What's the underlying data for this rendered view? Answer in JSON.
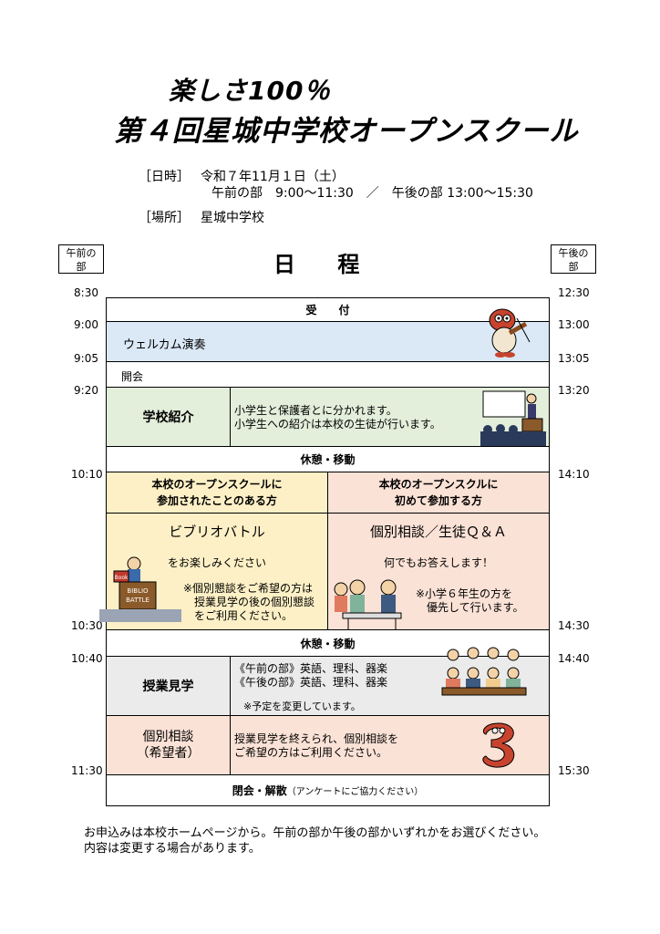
{
  "header": {
    "title_line1": "楽しさ100％",
    "title_line2": "第４回星城中学校オープンスクール"
  },
  "info": {
    "date_label": "［日時］",
    "date_value": "令和７年11月１日（土）",
    "date_times": "午前の部　9:00～11:30　／　午後の部 13:00～15:30",
    "place_label": "［場所］",
    "place_value": "星城中学校"
  },
  "schedule": {
    "heading": "日 程",
    "am_box": "午前の\n部",
    "pm_box": "午後の\n部",
    "am_times": [
      "8:30",
      "9:00",
      "9:05",
      "9:20",
      "10:10",
      "10:30",
      "10:40",
      "11:30"
    ],
    "pm_times": [
      "12:30",
      "13:00",
      "13:05",
      "13:20",
      "14:10",
      "14:30",
      "14:40",
      "15:30"
    ],
    "reception": "受　　付",
    "welcome": "ウェルカム演奏",
    "opening": "開会",
    "intro_label": "学校紹介",
    "intro_text": "小学生と保護者とに分かれます。\n小学生への紹介は本校の生徒が行います。",
    "break1": "休憩・移動",
    "left_header": "本校のオープンスクールに\n参加されたことのある方",
    "right_header": "本校のオープンスクルに\n初めて参加する方",
    "left_title": "ビブリオバトル",
    "left_sub": "をお楽しみください",
    "left_note": "※個別懇談をご希望の方は\n　授業見学の後の個別懇談\n　をご利用ください。",
    "right_title": "個別相談／生徒Ｑ＆Ａ",
    "right_sub": "何でもお答えします！",
    "right_note": "※小学６年生の方を\n　優先して行います。",
    "break2": "休憩・移動",
    "class_label": "授業見学",
    "class_text": "《午前の部》英語、理科、器楽\n《午後の部》英語、理科、器楽",
    "class_note": "※予定を変更しています。",
    "consult_label": "個別相談\n（希望者）",
    "consult_text": "授業見学を終えられ、個別相談を\nご希望の方はご利用ください。",
    "closing": "閉会・解散",
    "closing_note": "（アンケートにご協力ください）",
    "biblio_sign": "BIBLIO\nBATTLE",
    "book_label": "Book"
  },
  "footer": "お申込みは本校ホームページから。午前の部か午後の部かいずれかをお選びください。\n内容は変更する場合があります。",
  "colors": {
    "blue": "#dbe8f6",
    "green": "#e3eedb",
    "yellow": "#fdf0c6",
    "peach": "#fbe2d6",
    "gray": "#ebebeb"
  }
}
